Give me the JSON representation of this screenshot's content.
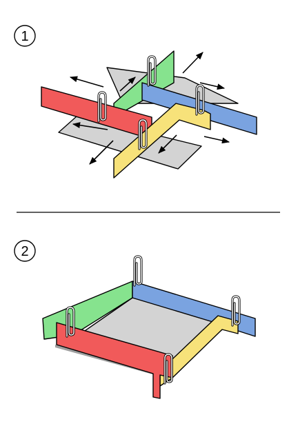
{
  "diagram": {
    "step1": {
      "label": "1"
    },
    "step2": {
      "label": "2"
    }
  },
  "colors": {
    "red": "#f15a5a",
    "green": "#86e38e",
    "blue": "#7aa3e0",
    "yellow": "#f7e27a",
    "paper": "#d3d3d3",
    "paper_shadow": "#9e9e9e",
    "ink": "#000000",
    "background": "#ffffff"
  },
  "icons": [
    "step-number-circle",
    "paper-clip-icon",
    "arrow-icon"
  ]
}
